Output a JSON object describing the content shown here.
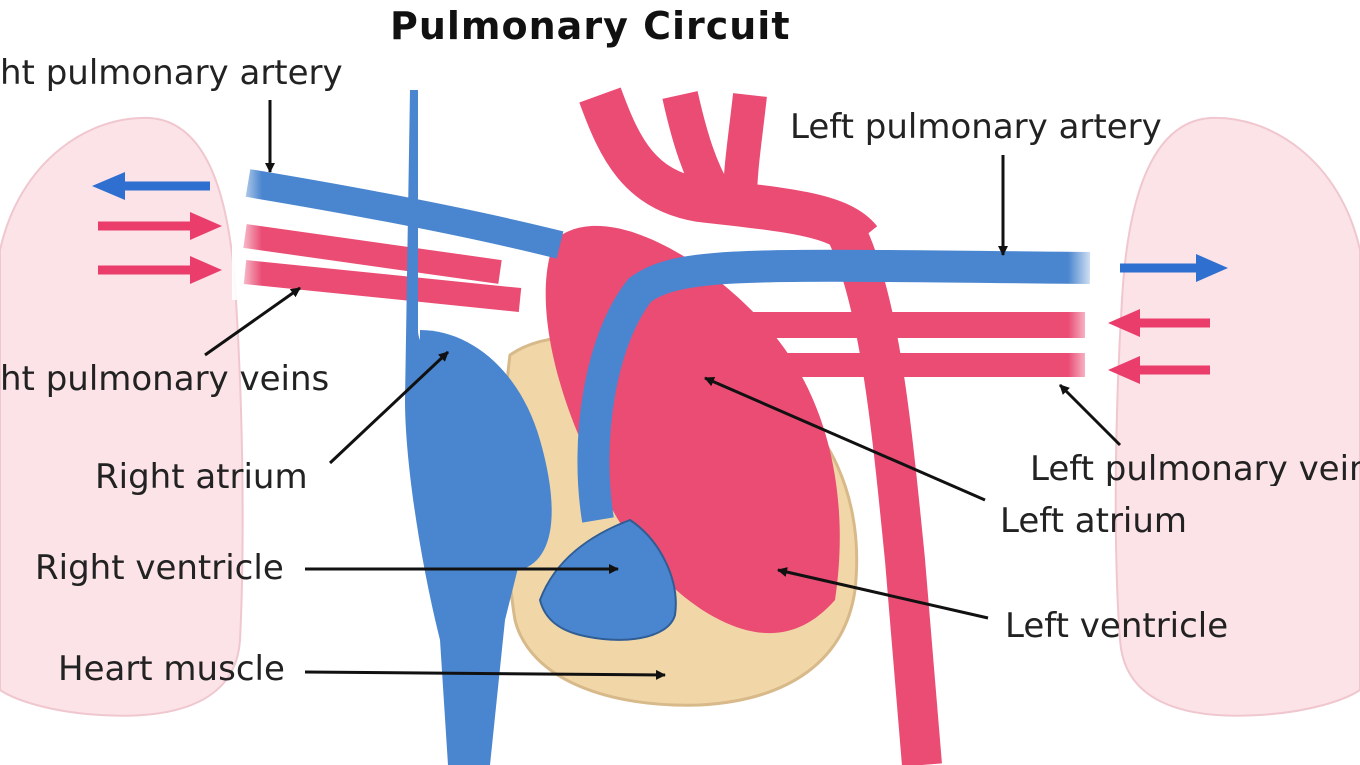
{
  "title": "Pulmonary Circuit",
  "labels": {
    "right_pulmonary_artery": "ht pulmonary artery",
    "left_pulmonary_artery": "Left pulmonary artery",
    "right_pulmonary_veins": "ht pulmonary veins",
    "right_atrium": "Right atrium",
    "right_ventricle": "Right ventricle",
    "heart_muscle": "Heart muscle",
    "left_pulmonary_veins": "Left pulmonary veins",
    "left_atrium": "Left atrium",
    "left_ventricle": "Left ventricle"
  },
  "colors": {
    "deoxygenated": "#4a86cf",
    "oxygenated": "#ea4c74",
    "heart_muscle": "#f1d7a8",
    "lung": "#fbe3e8"
  }
}
